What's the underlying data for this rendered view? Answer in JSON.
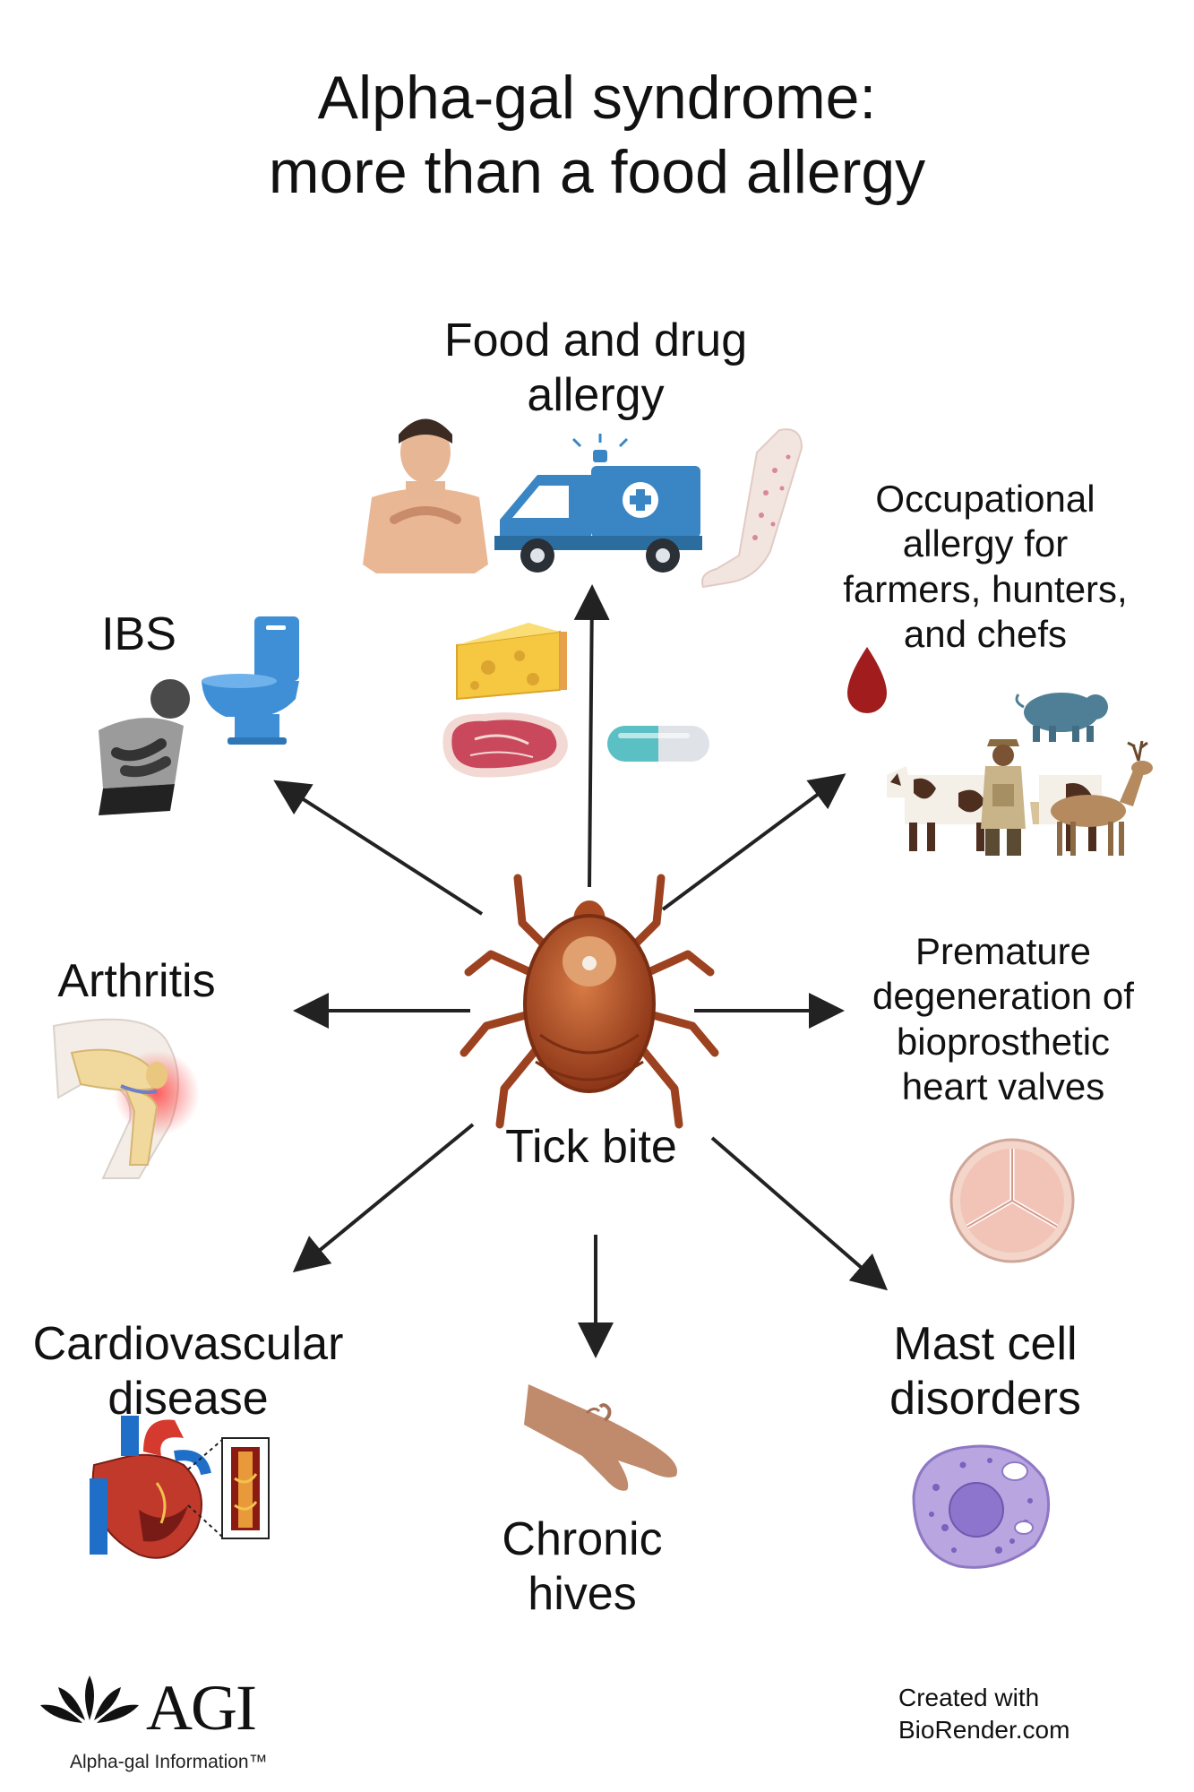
{
  "title": {
    "line1": "Alpha-gal syndrome:",
    "line2": "more than a food allergy"
  },
  "center": {
    "label": "Tick bite"
  },
  "outcomes": {
    "food_drug": {
      "line1": "Food and drug",
      "line2": "allergy"
    },
    "occupational": {
      "line1": "Occupational",
      "line2": "allergy for",
      "line3": "farmers, hunters,",
      "line4": "and chefs"
    },
    "ibs": {
      "label": "IBS"
    },
    "arthritis": {
      "label": "Arthritis"
    },
    "heart_valves": {
      "line1": "Premature",
      "line2": "degeneration of",
      "line3": "bioprosthetic",
      "line4": "heart valves"
    },
    "cardiovascular": {
      "line1": "Cardiovascular",
      "line2": "disease"
    },
    "hives": {
      "line1": "Chronic",
      "line2": "hives"
    },
    "mast_cell": {
      "line1": "Mast cell",
      "line2": "disorders"
    }
  },
  "footer": {
    "logo_text": "AGI",
    "logo_subtitle": "Alpha-gal Information™",
    "credit_line1": "Created with",
    "credit_line2": "BioRender.com"
  },
  "colors": {
    "arrow": "#222222",
    "tick_body": "#b5532a",
    "ambulance": "#3a86c4",
    "toilet": "#3f8fd6",
    "meat": "#c9485b",
    "pill_teal": "#5bc0c4",
    "blood": "#a11d1d",
    "valve": "#f2c4b8",
    "mast_cell": "#b9a6e0"
  }
}
